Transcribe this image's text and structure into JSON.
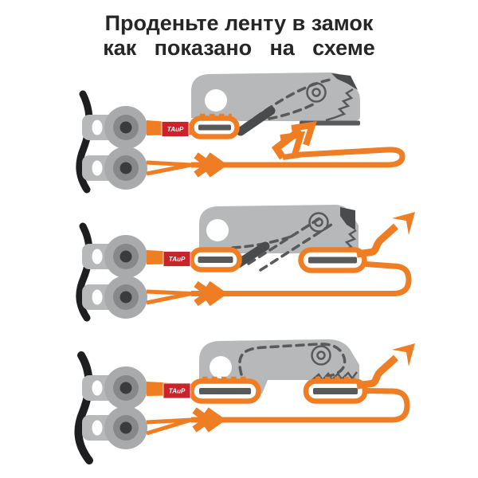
{
  "title": {
    "line1": "Проденьте ленту в замок",
    "line2": "как показано на схеме"
  },
  "brand_label": "ТАиР",
  "colors": {
    "orange": "#EE7D23",
    "body-gray": "#B7B8BA",
    "ring-gray": "#A9AAAC",
    "mid-gray": "#87888A",
    "rivet-dark": "#3A3B3D",
    "dark-gray": "#58595B",
    "lever-gray": "#4A4B4D",
    "black": "#1E1E20",
    "red": "#C9242B",
    "title-color": "#262626"
  }
}
